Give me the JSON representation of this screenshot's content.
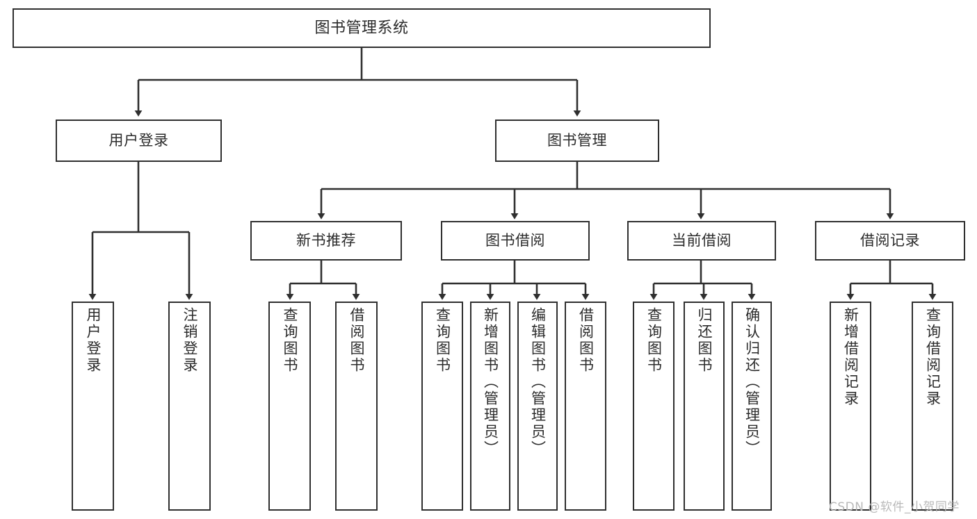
{
  "diagram": {
    "title": "图书管理系统",
    "type": "tree",
    "watermark": "CSDN @软件_小贺同学",
    "colors": {
      "box_border": "#2f2f2f",
      "box_fill": "#ffffff",
      "text": "#2b2b2b",
      "wire": "#2f2f2f",
      "watermark": "#b9b9b9",
      "background": "#ffffff"
    },
    "levels": {
      "root": {
        "label": "图书管理系统"
      },
      "modules": [
        {
          "label": "用户登录"
        },
        {
          "label": "图书管理"
        }
      ],
      "submodules": [
        {
          "label": "新书推荐"
        },
        {
          "label": "图书借阅"
        },
        {
          "label": "当前借阅"
        },
        {
          "label": "借阅记录"
        }
      ],
      "leaves": {
        "user_login": [
          {
            "label": "用户登录"
          },
          {
            "label": "注销登录"
          }
        ],
        "new_book_recommend": [
          {
            "label": "查询图书"
          },
          {
            "label": "借阅图书"
          }
        ],
        "book_borrow": [
          {
            "label": "查询图书"
          },
          {
            "label": "新增图书（管理员）"
          },
          {
            "label": "编辑图书（管理员）"
          },
          {
            "label": "借阅图书"
          }
        ],
        "current_borrow": [
          {
            "label": "查询图书"
          },
          {
            "label": "归还图书"
          },
          {
            "label": "确认归还（管理员）"
          }
        ],
        "borrow_record": [
          {
            "label": "新增借阅记录"
          },
          {
            "label": "查询借阅记录"
          }
        ]
      }
    }
  }
}
